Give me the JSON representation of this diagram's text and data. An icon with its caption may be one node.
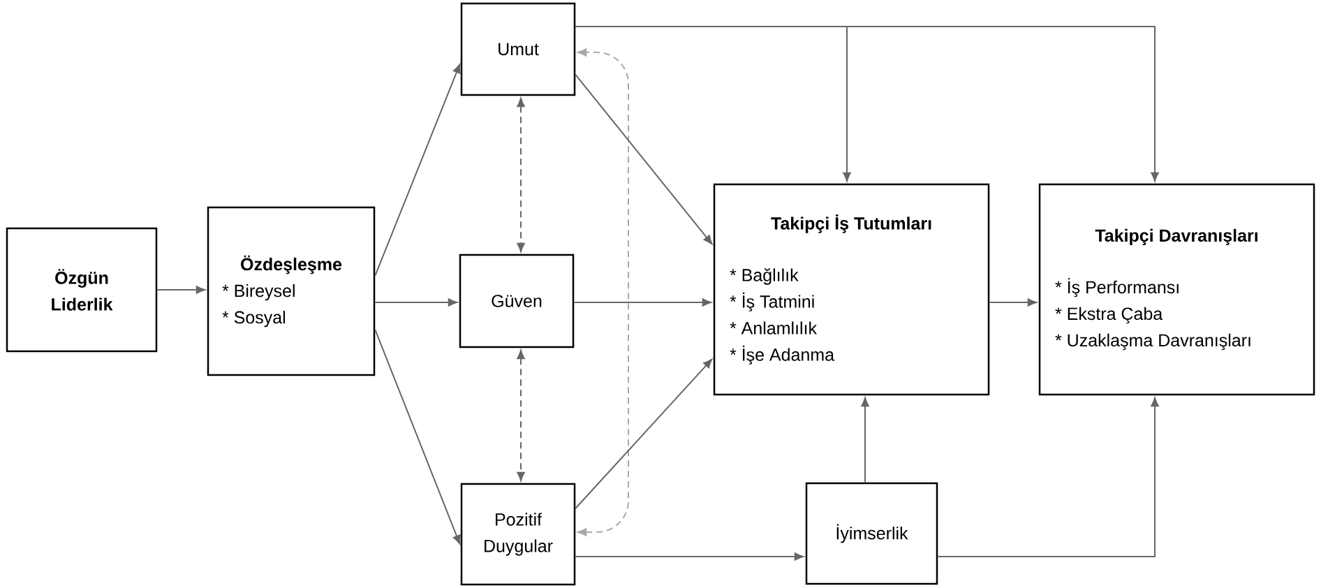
{
  "diagram": {
    "nodes": [
      {
        "text": [
          "Özgün Liderlik"
        ]
      },
      {
        "text": [
          "Özdeşleşme",
          "* Bireysel",
          "* Sosyal"
        ]
      },
      {
        "text": [
          "Umut"
        ]
      },
      {
        "text": [
          "Güven"
        ]
      },
      {
        "text": [
          "Pozitif Duygular"
        ]
      },
      {
        "text": [
          "Takipçi İş Tutumları",
          "* Bağlılık",
          "* İş Tatmini",
          "* Anlamlılık",
          "* İşe Adanma"
        ]
      },
      {
        "text": [
          "Takipçi Davranışları",
          "* İş Performansı",
          "* Ekstra Çaba",
          "* Uzaklaşma Davranışları"
        ]
      },
      {
        "text": [
          "İyimserlik"
        ]
      }
    ],
    "edges": [
      {
        "from": 0,
        "to": 1,
        "arrow": "to"
      },
      {
        "from": 1,
        "to": 2,
        "arrow": "to"
      },
      {
        "from": 1,
        "to": 3,
        "arrow": "to"
      },
      {
        "from": 1,
        "to": 4,
        "arrow": "to"
      },
      {
        "from": 2,
        "to": 3,
        "arrow": "both",
        "style": "dashed"
      },
      {
        "from": 3,
        "to": 4,
        "arrow": "both",
        "style": "dashed"
      },
      {
        "from": 4,
        "to": 2,
        "arrow": "both",
        "style": "dashed",
        "color": "#a8a8a8"
      },
      {
        "from": 2,
        "to": 5,
        "arrow": "to"
      },
      {
        "from": 3,
        "to": 5,
        "arrow": "to"
      },
      {
        "from": 4,
        "to": 5,
        "arrow": "to"
      },
      {
        "from": 2,
        "to": 5,
        "arrow": "to"
      },
      {
        "from": 2,
        "to": 6,
        "arrow": "to"
      },
      {
        "from": 5,
        "to": 6,
        "arrow": "to"
      },
      {
        "from": 4,
        "to": 7,
        "arrow": "to"
      },
      {
        "from": 7,
        "to": 5,
        "arrow": "to"
      },
      {
        "from": 7,
        "to": 6,
        "arrow": "to"
      }
    ]
  }
}
